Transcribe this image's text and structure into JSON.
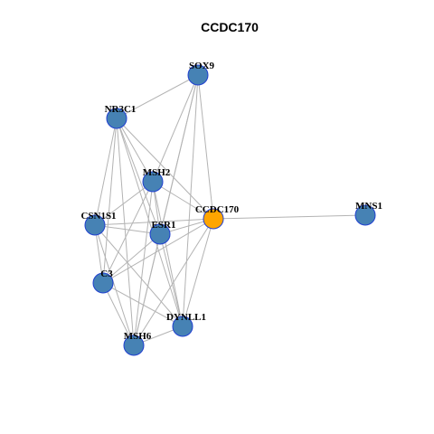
{
  "title": "CCDC170",
  "colors": {
    "node": "#4682b4",
    "center": "#ffa500",
    "edge": "#b3b3b3",
    "node_border": "#1f3fd0"
  },
  "nodes": [
    {
      "id": "SOX9"
    },
    {
      "id": "NR3C1"
    },
    {
      "id": "MSH2"
    },
    {
      "id": "CCDC170",
      "center": true
    },
    {
      "id": "MNS1"
    },
    {
      "id": "CSN1S1"
    },
    {
      "id": "ESR1"
    },
    {
      "id": "C3"
    },
    {
      "id": "DYNLL1"
    },
    {
      "id": "MSH6"
    }
  ],
  "edges": [
    [
      "SOX9",
      "NR3C1"
    ],
    [
      "SOX9",
      "MSH2"
    ],
    [
      "SOX9",
      "ESR1"
    ],
    [
      "SOX9",
      "CCDC170"
    ],
    [
      "SOX9",
      "DYNLL1"
    ],
    [
      "SOX9",
      "MSH6"
    ],
    [
      "NR3C1",
      "MSH2"
    ],
    [
      "NR3C1",
      "ESR1"
    ],
    [
      "NR3C1",
      "CCDC170"
    ],
    [
      "NR3C1",
      "CSN1S1"
    ],
    [
      "NR3C1",
      "C3"
    ],
    [
      "NR3C1",
      "DYNLL1"
    ],
    [
      "NR3C1",
      "MSH6"
    ],
    [
      "MSH2",
      "CCDC170"
    ],
    [
      "MSH2",
      "CSN1S1"
    ],
    [
      "MSH2",
      "ESR1"
    ],
    [
      "MSH2",
      "C3"
    ],
    [
      "MSH2",
      "DYNLL1"
    ],
    [
      "MSH2",
      "MSH6"
    ],
    [
      "CCDC170",
      "MNS1"
    ],
    [
      "CCDC170",
      "CSN1S1"
    ],
    [
      "CCDC170",
      "ESR1"
    ],
    [
      "CCDC170",
      "C3"
    ],
    [
      "CCDC170",
      "DYNLL1"
    ],
    [
      "CCDC170",
      "MSH6"
    ],
    [
      "CSN1S1",
      "ESR1"
    ],
    [
      "CSN1S1",
      "C3"
    ],
    [
      "CSN1S1",
      "DYNLL1"
    ],
    [
      "CSN1S1",
      "MSH6"
    ],
    [
      "ESR1",
      "C3"
    ],
    [
      "ESR1",
      "DYNLL1"
    ],
    [
      "ESR1",
      "MSH6"
    ],
    [
      "C3",
      "DYNLL1"
    ],
    [
      "C3",
      "MSH6"
    ],
    [
      "DYNLL1",
      "MSH6"
    ]
  ]
}
